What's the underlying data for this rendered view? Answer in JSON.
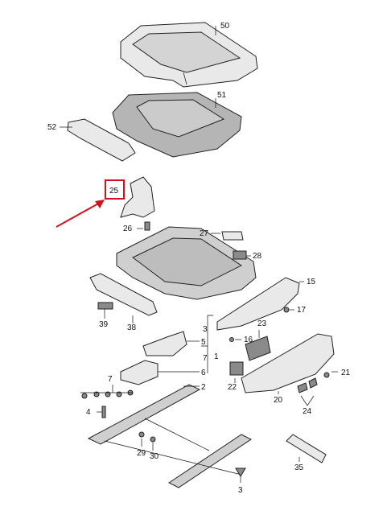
{
  "callouts": [
    {
      "id": "c50",
      "label": "50"
    },
    {
      "id": "c51",
      "label": "51"
    },
    {
      "id": "c52",
      "label": "52"
    },
    {
      "id": "c25",
      "label": "25"
    },
    {
      "id": "c26",
      "label": "26"
    },
    {
      "id": "c27",
      "label": "27"
    },
    {
      "id": "c28",
      "label": "28"
    },
    {
      "id": "c15",
      "label": "15"
    },
    {
      "id": "c17",
      "label": "17"
    },
    {
      "id": "c39",
      "label": "39"
    },
    {
      "id": "c38",
      "label": "38"
    },
    {
      "id": "c3a",
      "label": "3"
    },
    {
      "id": "c5",
      "label": "5"
    },
    {
      "id": "c16",
      "label": "16"
    },
    {
      "id": "c23",
      "label": "23"
    },
    {
      "id": "c7a",
      "label": "7"
    },
    {
      "id": "c1",
      "label": "1"
    },
    {
      "id": "c6",
      "label": "6"
    },
    {
      "id": "c7b",
      "label": "7"
    },
    {
      "id": "c22",
      "label": "22"
    },
    {
      "id": "c21",
      "label": "21"
    },
    {
      "id": "c2",
      "label": "2"
    },
    {
      "id": "c20",
      "label": "20"
    },
    {
      "id": "c24",
      "label": "24"
    },
    {
      "id": "c4",
      "label": "4"
    },
    {
      "id": "c29",
      "label": "29"
    },
    {
      "id": "c30",
      "label": "30"
    },
    {
      "id": "c35",
      "label": "35"
    },
    {
      "id": "c3b",
      "label": "3"
    }
  ],
  "highlight": {
    "label": "25",
    "color": "#d0121b"
  }
}
